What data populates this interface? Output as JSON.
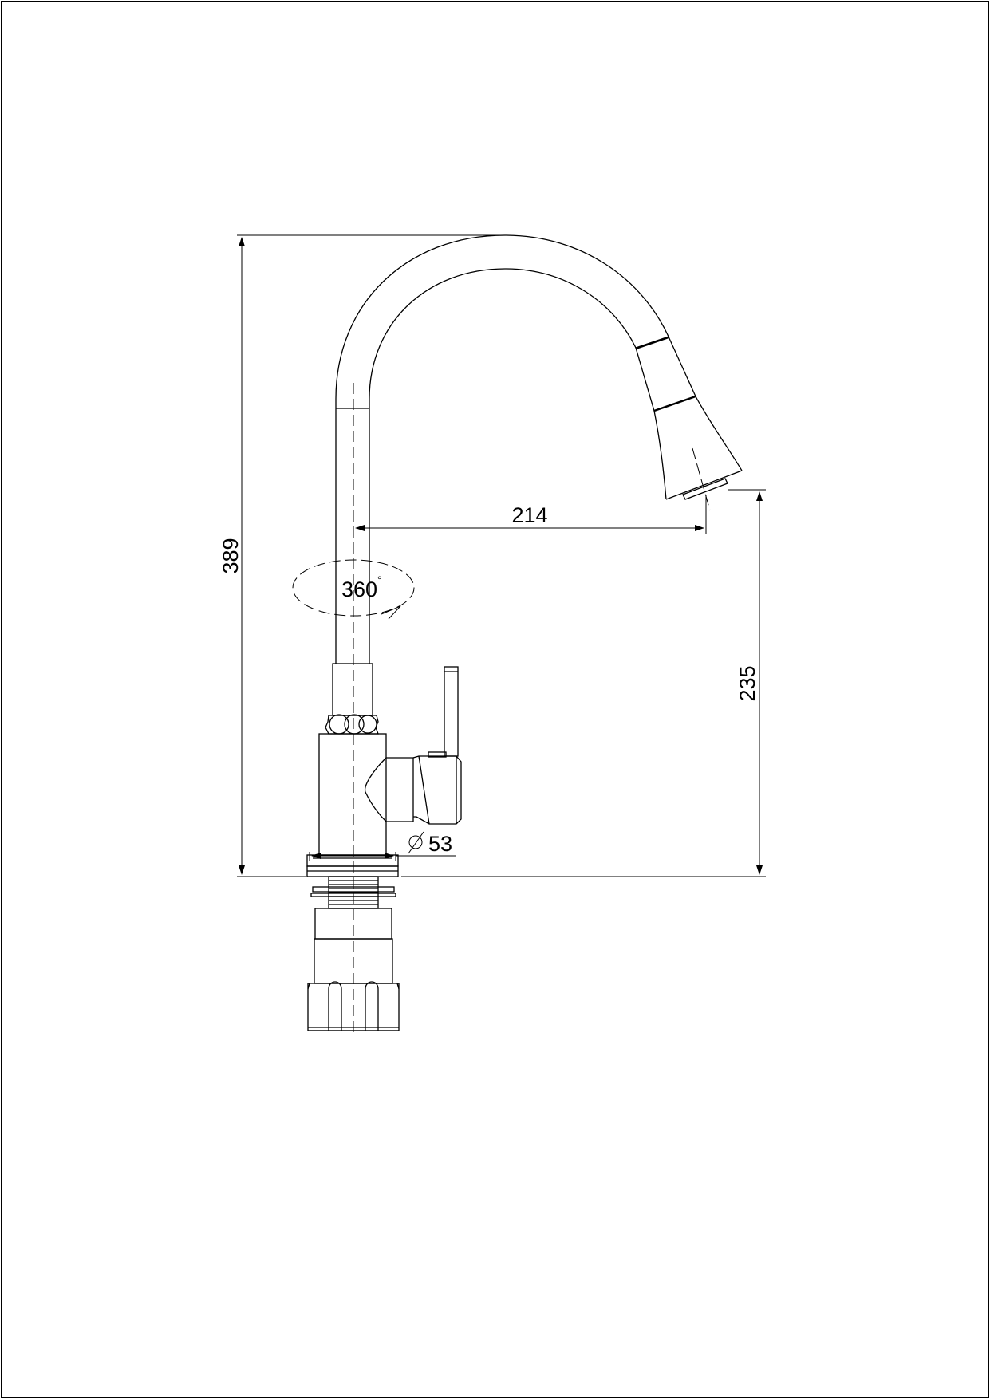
{
  "dimensions": {
    "total_height": "389",
    "spout_reach": "214",
    "spout_height": "235",
    "base_diameter": "53"
  },
  "rotation": {
    "label": "360",
    "degree_symbol": "°"
  },
  "diameter_symbol": "∅"
}
